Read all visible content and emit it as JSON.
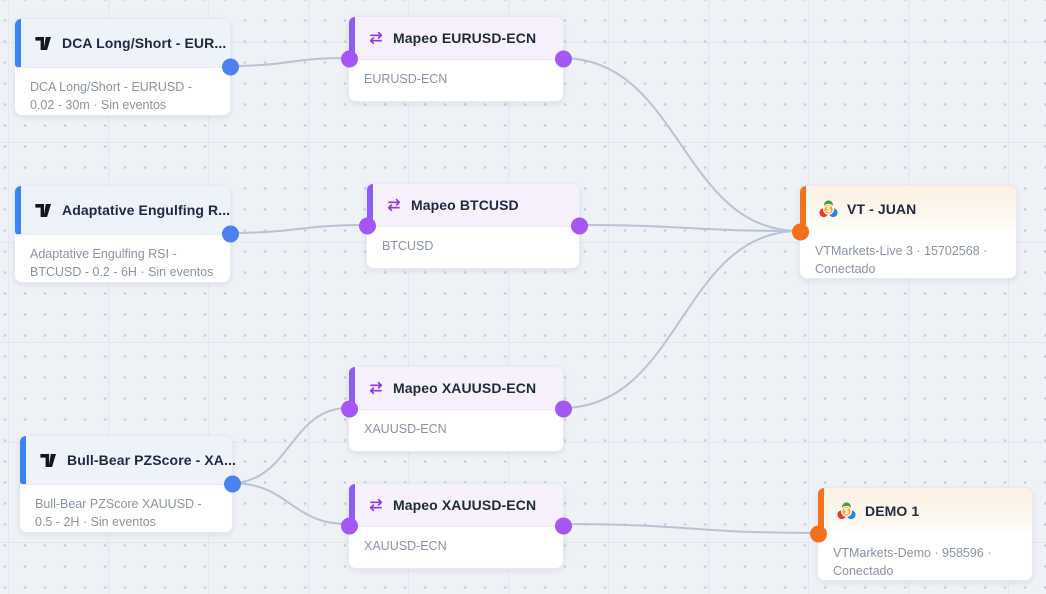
{
  "canvas": {
    "background": "#eef1f6",
    "grid_dot_color": "#c6cdda",
    "grid_line_color": "#e2e6ee",
    "edge_color": "#b8c3d3"
  },
  "handle_colors": {
    "alert_source": "#4b82f1",
    "mapping": "#a457f5",
    "account_target": "#f3701d"
  },
  "nodes": [
    {
      "id": "n1",
      "type": "alert",
      "icon": "tradingview-icon",
      "accent": "#3b82f6",
      "title": "DCA Long/Short - EUR...",
      "subtitle": "DCA Long/Short - EURUSD - 0.02 - 30m · Sin eventos"
    },
    {
      "id": "n2",
      "type": "mapping",
      "icon": "swap-icon",
      "accent": "#8b5cf6",
      "title": "Mapeo EURUSD-ECN",
      "subtitle": "EURUSD-ECN"
    },
    {
      "id": "n3",
      "type": "alert",
      "icon": "tradingview-icon",
      "accent": "#3b82f6",
      "title": "Adaptative Engulfing R...",
      "subtitle": "Adaptative Engulfing RSI - BTCUSD - 0.2 - 6H · Sin eventos"
    },
    {
      "id": "n4",
      "type": "mapping",
      "icon": "swap-icon",
      "accent": "#8b5cf6",
      "title": "Mapeo BTCUSD",
      "subtitle": "BTCUSD"
    },
    {
      "id": "n5",
      "type": "account",
      "icon": "metatrader-icon",
      "accent": "#f4711f",
      "title": "VT - JUAN",
      "subtitle": "VTMarkets-Live 3 · 15702568 · Conectado"
    },
    {
      "id": "n6",
      "type": "alert",
      "icon": "tradingview-icon",
      "accent": "#3b82f6",
      "title": "Bull-Bear PZScore - XA...",
      "subtitle": "Bull-Bear PZScore XAUUSD - 0.5 - 2H · Sin eventos"
    },
    {
      "id": "n7",
      "type": "mapping",
      "icon": "swap-icon",
      "accent": "#8b5cf6",
      "title": "Mapeo XAUUSD-ECN",
      "subtitle": "XAUUSD-ECN"
    },
    {
      "id": "n8",
      "type": "mapping",
      "icon": "swap-icon",
      "accent": "#8b5cf6",
      "title": "Mapeo XAUUSD-ECN",
      "subtitle": "XAUUSD-ECN"
    },
    {
      "id": "n9",
      "type": "account",
      "icon": "metatrader-icon",
      "accent": "#f4711f",
      "title": "DEMO 1",
      "subtitle": "VTMarkets-Demo · 958596 · Conectado"
    }
  ],
  "edges": [
    {
      "from": "n1",
      "to": "n2"
    },
    {
      "from": "n3",
      "to": "n4"
    },
    {
      "from": "n6",
      "to": "n7"
    },
    {
      "from": "n6",
      "to": "n8"
    },
    {
      "from": "n2",
      "to": "n5"
    },
    {
      "from": "n4",
      "to": "n5"
    },
    {
      "from": "n7",
      "to": "n5"
    },
    {
      "from": "n8",
      "to": "n9"
    }
  ]
}
